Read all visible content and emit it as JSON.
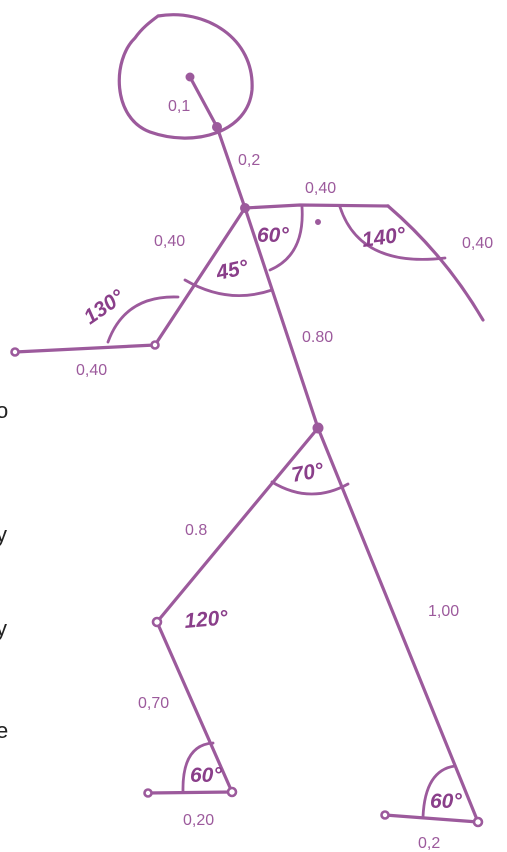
{
  "segment_lengths": {
    "head_radius": "0,1",
    "neck": "0,2",
    "shoulder_right": "0,40",
    "upper_arm_left": "0,40",
    "forearm_left": "0,40",
    "arm_right": "0,40",
    "torso": "0.80",
    "thigh_left": "0.8",
    "shin_left": "0,70",
    "foot_left": "0,20",
    "leg_right": "1,00",
    "foot_right": "0,2"
  },
  "angles": {
    "shoulder_left": "45°",
    "shoulder_center": "60°",
    "shoulder_right": "140°",
    "elbow_left": "130°",
    "hip": "70°",
    "knee_left": "120°",
    "ankle_left": "60°",
    "ankle_right": "60°"
  },
  "colors": {
    "ink": "#9c5a9c",
    "background": "#ffffff"
  },
  "edge_fragments": [
    "o",
    "y",
    "y",
    "e"
  ]
}
